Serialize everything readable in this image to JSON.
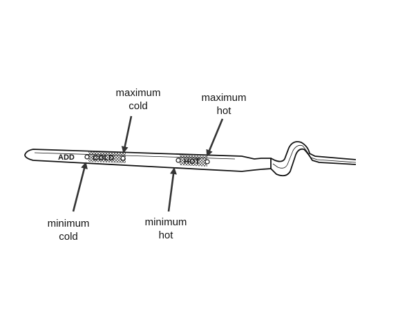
{
  "dipstick": {
    "add_label": "ADD",
    "cold_label": "COLD",
    "hot_label": "HOT"
  },
  "callouts": {
    "maximum_cold": {
      "line1": "maximum",
      "line2": "cold"
    },
    "maximum_hot": {
      "line1": "maximum",
      "line2": "hot"
    },
    "minimum_cold": {
      "line1": "minimum",
      "line2": "cold"
    },
    "minimum_hot": {
      "line1": "minimum",
      "line2": "hot"
    }
  },
  "colors": {
    "ink": "#111111",
    "background": "#ffffff"
  }
}
